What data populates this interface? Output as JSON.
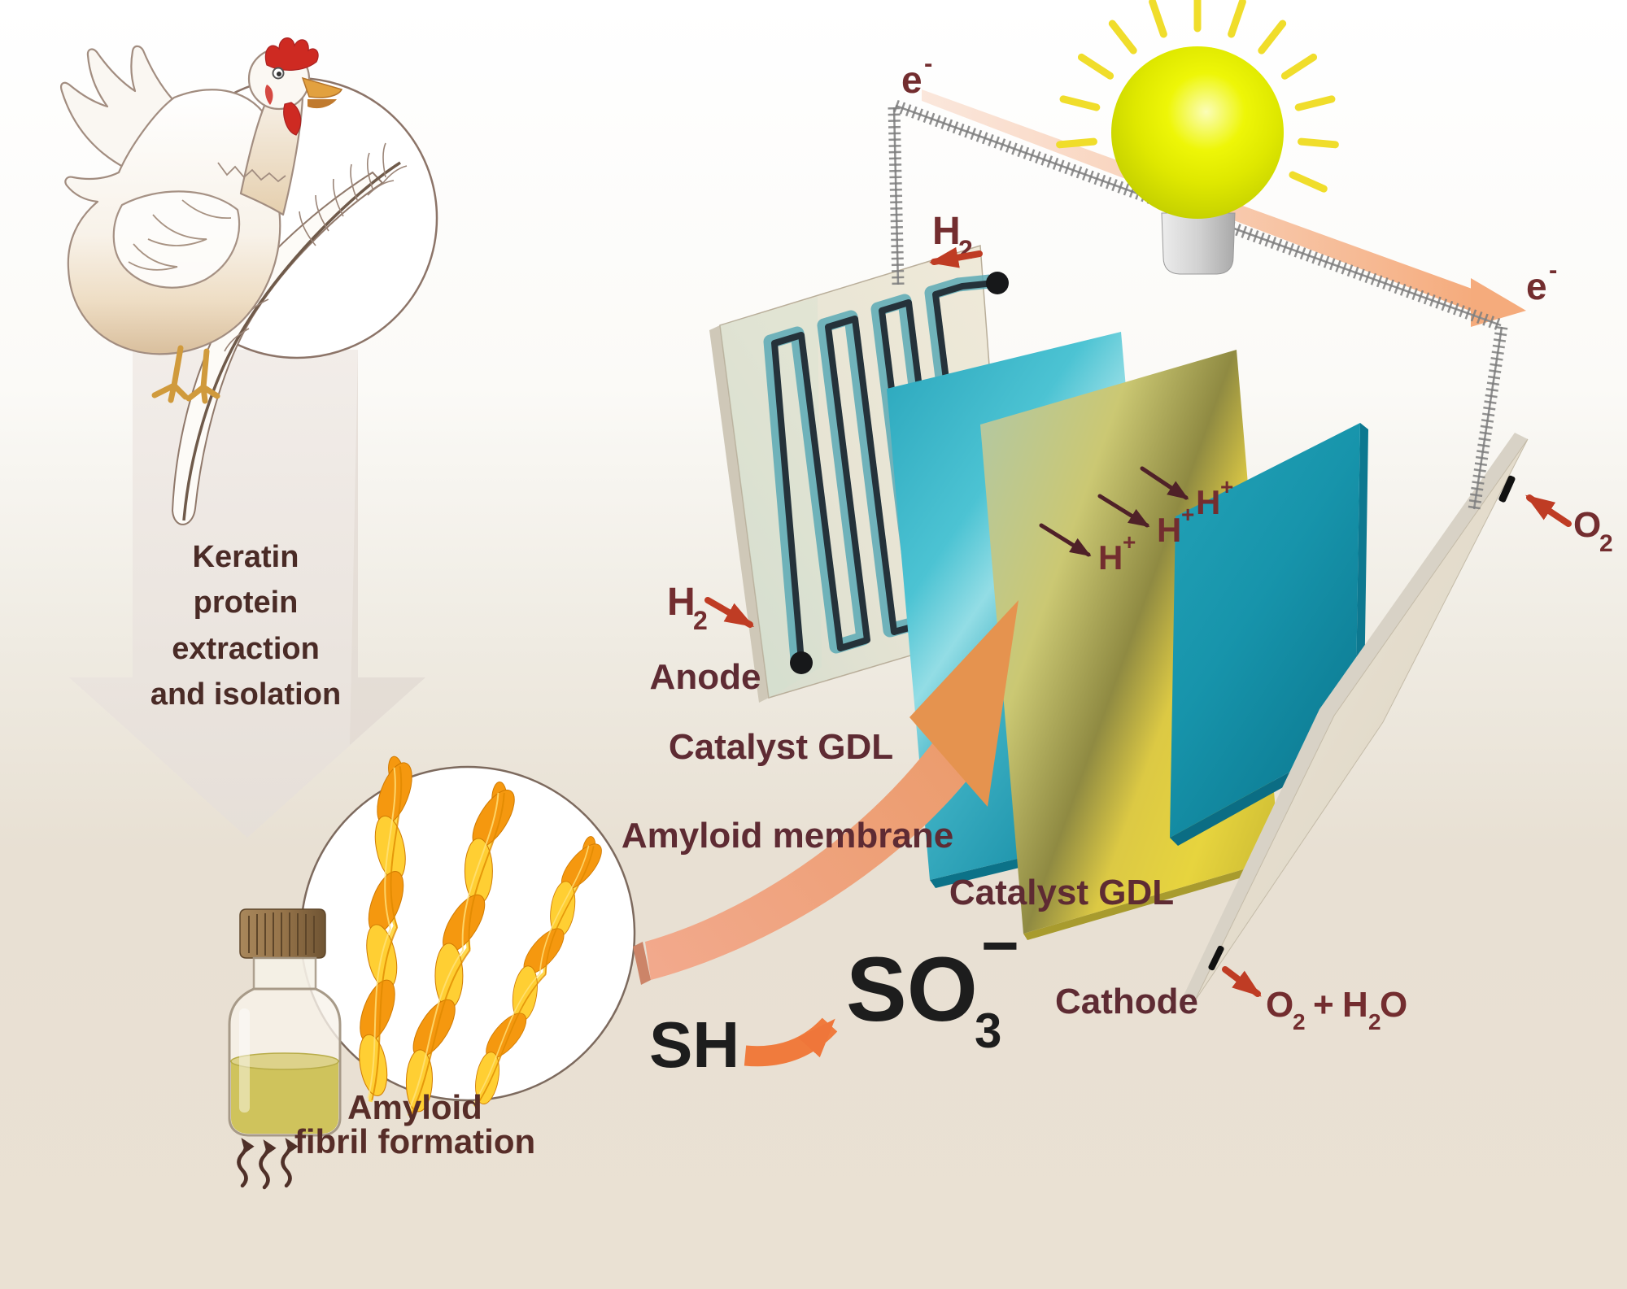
{
  "process": {
    "extraction_arrow": {
      "line1": "Keratin",
      "line2": "protein",
      "line3": "extraction",
      "line4": "and isolation"
    },
    "fibril_caption": {
      "line1": "Amyloid",
      "line2": "fibril formation"
    }
  },
  "reaction": {
    "thiol": "SH",
    "sulfonate_main": "SO",
    "sulfonate_sub": "3",
    "sulfonate_sup": "−"
  },
  "fuel_cell": {
    "layer_labels": {
      "anode": "Anode",
      "catalyst_gdl_left": "Catalyst GDL",
      "membrane": "Amyloid membrane",
      "catalyst_gdl_right": "Catalyst GDL",
      "cathode": "Cathode"
    },
    "species": {
      "electron": {
        "main": "e",
        "sup": "-"
      },
      "hydrogen": {
        "main": "H",
        "sub": "2"
      },
      "oxygen": {
        "main": "O",
        "sub": "2"
      },
      "proton": {
        "main": "H",
        "sup": "+"
      },
      "product": {
        "o": "O",
        "o_sub": "2",
        "plus": "+",
        "h": "H",
        "h_sub": "2",
        "ho": "O"
      }
    }
  },
  "colors": {
    "background_top": "#ffffff",
    "background_bottom": "#e8dfd2",
    "plate_beige": "#e9e2d4",
    "gdl_teal": "#2aa7bd",
    "membrane_gold": "#ddc83f",
    "arrow_peach": "#f2a183",
    "accent_red": "#bf3c24",
    "label_maroon": "#5e2b33",
    "chem_maroon": "#732d2f",
    "bulb_yellow": "#e8ef12",
    "fibril_orange": "#f29111",
    "fibril_yellow": "#ffd02e"
  }
}
